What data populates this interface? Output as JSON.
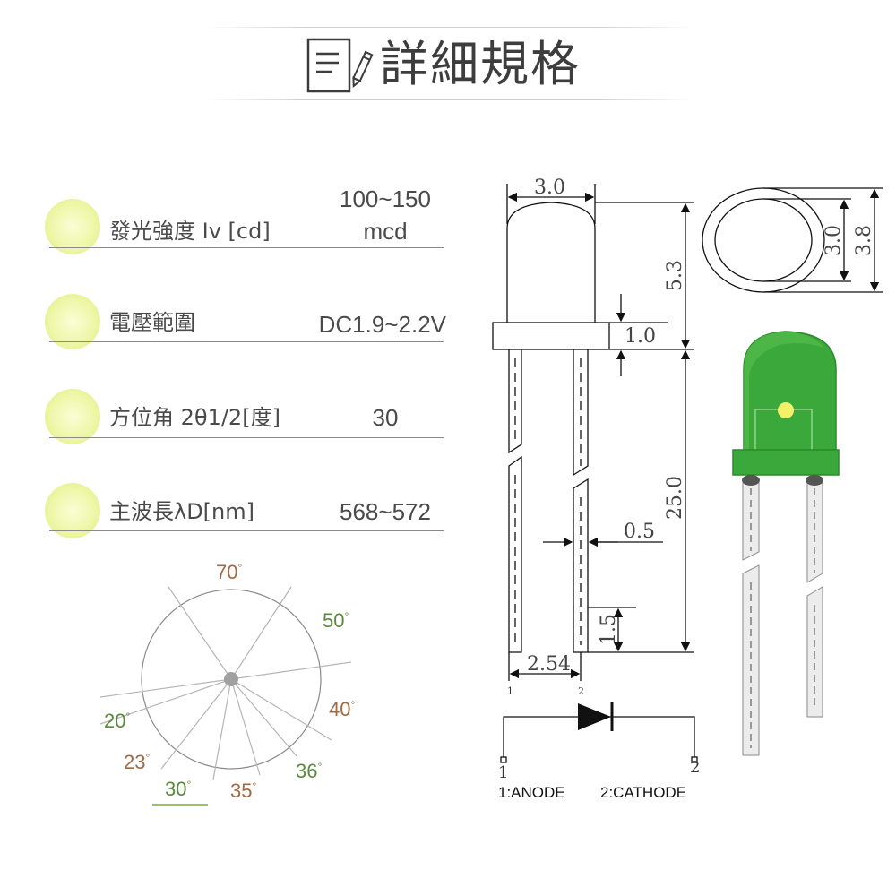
{
  "header": {
    "title": "詳細規格",
    "icon": "document-pen-icon"
  },
  "specs": [
    {
      "label": "發光強度 Iv [cd]",
      "value_line1": "100~150",
      "value_line2": "mcd"
    },
    {
      "label": "電壓範圍",
      "value_line1": "DC1.9~2.2V",
      "value_line2": ""
    },
    {
      "label": "方位角 2θ1/2[度]",
      "value_line1": "30",
      "value_line2": ""
    },
    {
      "label": "主波長λD[nm]",
      "value_line1": "568~572",
      "value_line2": ""
    }
  ],
  "angle_chart": {
    "labels": [
      "70",
      "50",
      "40",
      "36",
      "35",
      "30",
      "23",
      "20"
    ],
    "selected": "30",
    "degree_mark": "°"
  },
  "dimensions": {
    "body_width": "3.0",
    "body_height": "5.3",
    "flange_height": "1.0",
    "lead_length": "25.0",
    "lead_width": "0.5",
    "lead_tip": "1.5",
    "pin_pitch": "2.54",
    "top_inner_diameter": "3.0",
    "top_outer_diameter": "3.8",
    "pin1": "1",
    "pin2": "2"
  },
  "pinout": {
    "anode": "1:ANODE",
    "cathode": "2:CATHODE"
  },
  "colors": {
    "led_green": "#3aa83a",
    "led_dark_green": "#2a8a2a",
    "spec_dot": "#eef7a8",
    "text": "#4a4a4a",
    "angle_brown": "#a06a45",
    "angle_green": "#5a8a3c",
    "selected_underline": "#9cc25a"
  }
}
